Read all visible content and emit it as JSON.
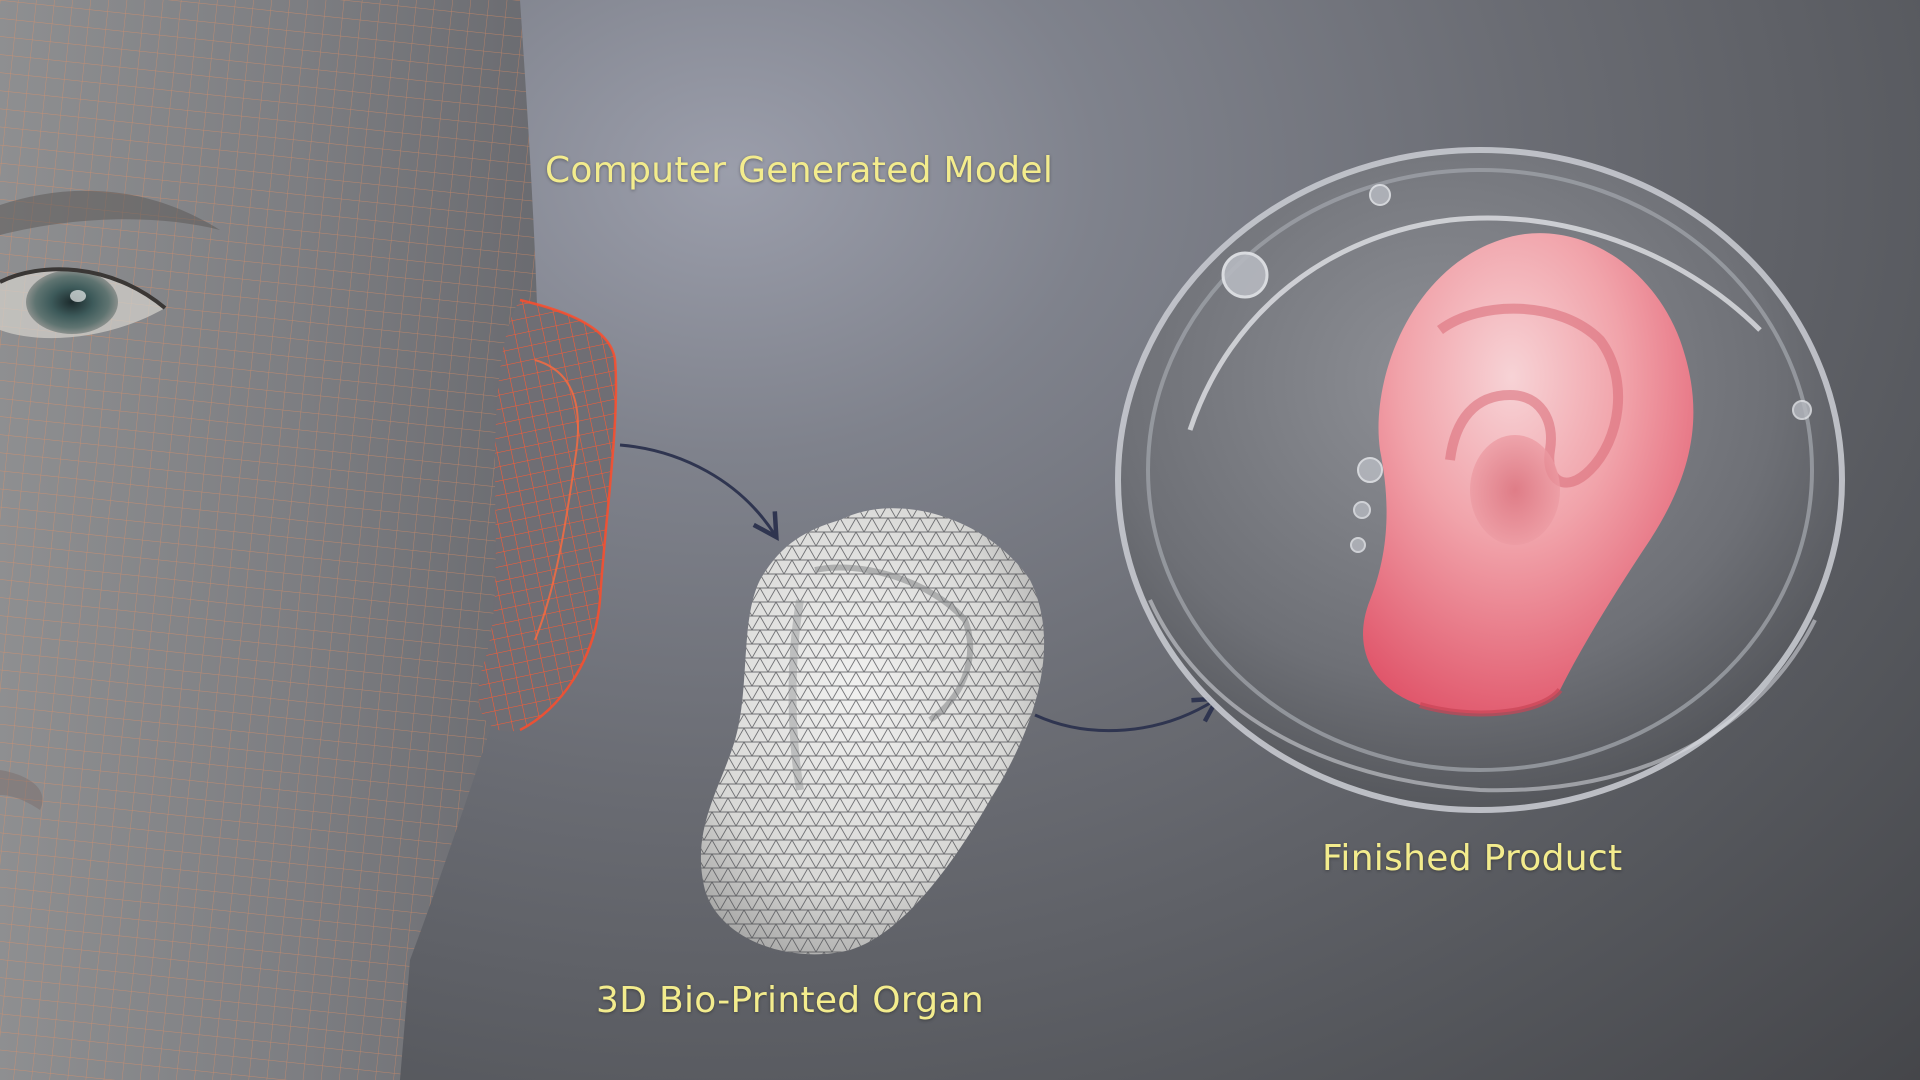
{
  "labels": {
    "model": "Computer Generated Model",
    "organ": "3D Bio-Printed Organ",
    "product": "Finished Product"
  },
  "colors": {
    "label_text": "#f3ec8d",
    "wireframe": "#ff6a3d",
    "arrow": "#2f3550",
    "ear_pink": "#f08a93",
    "dish_glass": "#b9bcc4"
  },
  "icons": {
    "flow_arrow": "curved-arrow-icon"
  }
}
